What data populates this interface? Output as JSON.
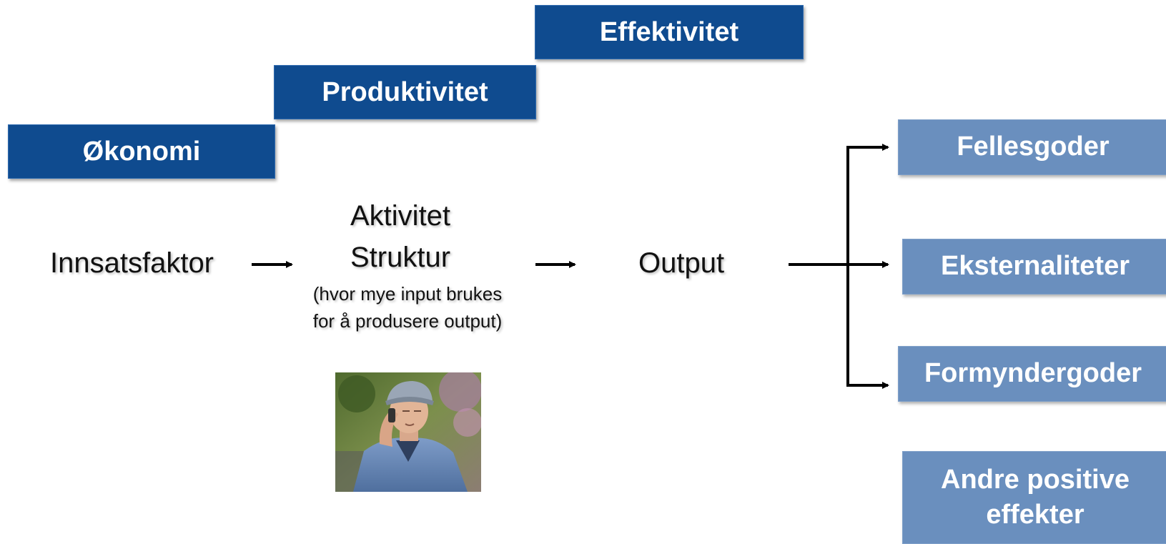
{
  "headers": {
    "okonomi": "Økonomi",
    "produktivitet": "Produktivitet",
    "effektivitet": "Effektivitet"
  },
  "flow": {
    "input": "Innsatsfaktor",
    "activity_line1": "Aktivitet",
    "activity_line2": "Struktur",
    "activity_note_line1": "(hvor mye input brukes",
    "activity_note_line2": "for å produsere output)",
    "output": "Output"
  },
  "outcomes": {
    "fellesgoder": "Fellesgoder",
    "eksternaliteter": "Eksternaliteter",
    "formyndergoder": "Formyndergoder",
    "andre_line1": "Andre positive",
    "andre_line2": "effekter"
  },
  "colors": {
    "header_bg": "#0f4b8f",
    "outcome_bg": "#6a8fbe"
  },
  "images": {
    "photo": "man-on-phone-photo"
  }
}
